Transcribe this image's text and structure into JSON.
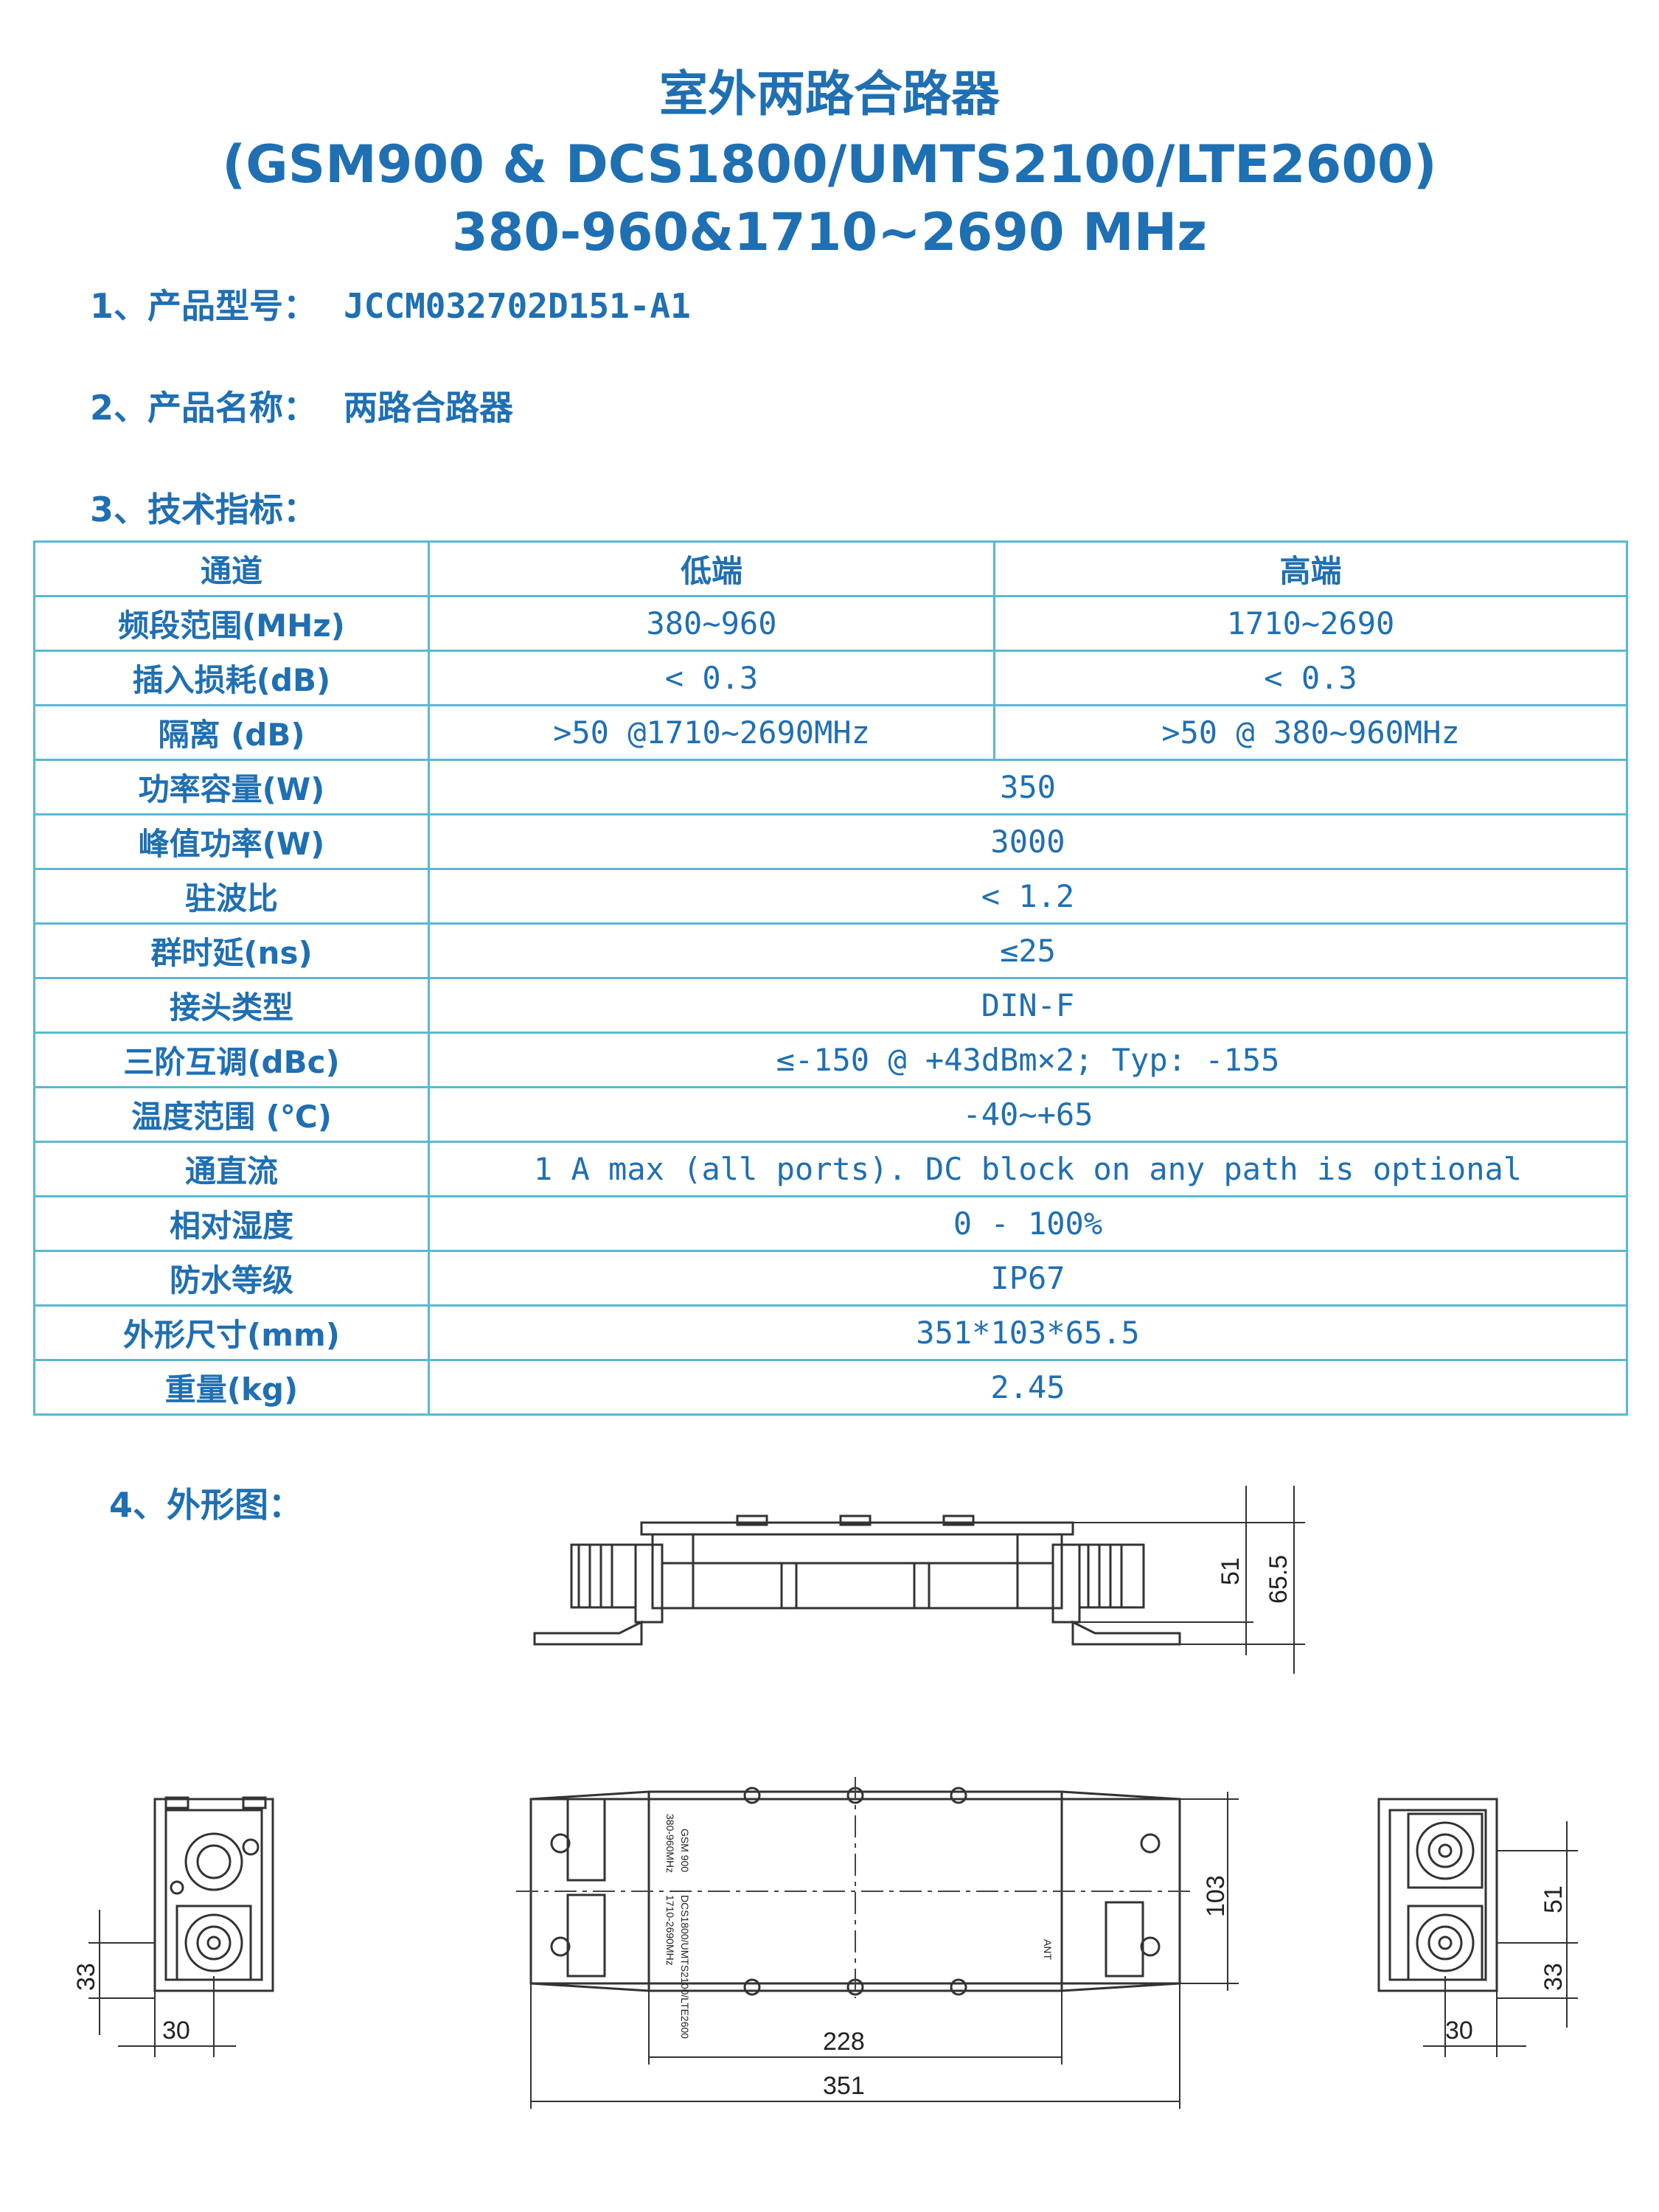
{
  "title": {
    "line1": "室外两路合路器",
    "line2": "(GSM900 & DCS1800/UMTS2100/LTE2600)",
    "line3": "380-960&1710~2690 MHz"
  },
  "model": {
    "label": "1、产品型号：",
    "value": "JCCM032702D151-A1"
  },
  "name": {
    "label": "2、产品名称：",
    "value": "两路合路器"
  },
  "specs_heading": "3、技术指标：",
  "spec_table": {
    "header": [
      "通道",
      "低端",
      "高端"
    ],
    "split_rows": [
      [
        "频段范围(MHz)",
        "380~960",
        "1710~2690"
      ],
      [
        "插入损耗(dB)",
        "< 0.3",
        "< 0.3"
      ],
      [
        "隔离 (dB)",
        ">50 @1710~2690MHz",
        ">50 @ 380~960MHz"
      ]
    ],
    "merged_rows": [
      [
        "功率容量(W)",
        "350"
      ],
      [
        "峰值功率(W)",
        "3000"
      ],
      [
        "驻波比",
        "< 1.2"
      ],
      [
        "群时延(ns)",
        "≤25"
      ],
      [
        "接头类型",
        "DIN-F"
      ],
      [
        "三阶互调(dBc)",
        "≤-150 @ +43dBm×2; Typ: -155"
      ],
      [
        "温度范围 (℃)",
        "-40~+65"
      ],
      [
        "通直流",
        "1 A max (all ports). DC block on any path is optional"
      ],
      [
        "相对湿度",
        "0 - 100%"
      ],
      [
        "防水等级",
        "IP67"
      ],
      [
        "外形尺寸(mm)",
        "351*103*65.5"
      ],
      [
        "重量(kg)",
        "2.45"
      ]
    ]
  },
  "drawing_heading": "4、外形图：",
  "drawing": {
    "dim_51_side": "51",
    "dim_65_5": "65.5",
    "dim_103": "103",
    "dim_228": "228",
    "dim_351": "351",
    "dim_33_left": "33",
    "dim_30_left": "30",
    "dim_51_right": "51",
    "dim_33_right": "33",
    "dim_30_right": "30",
    "port_text_1": "GSM 900",
    "port_text_2": "380-960MHz",
    "port_text_3": "DCS1800/UMTS2100/LTE2600",
    "port_text_4": "1710-2690MHz",
    "port_text_ant": "ANT"
  },
  "colors": {
    "heading_blue": "#1f6fb3",
    "table_border": "#5ab8d2"
  }
}
